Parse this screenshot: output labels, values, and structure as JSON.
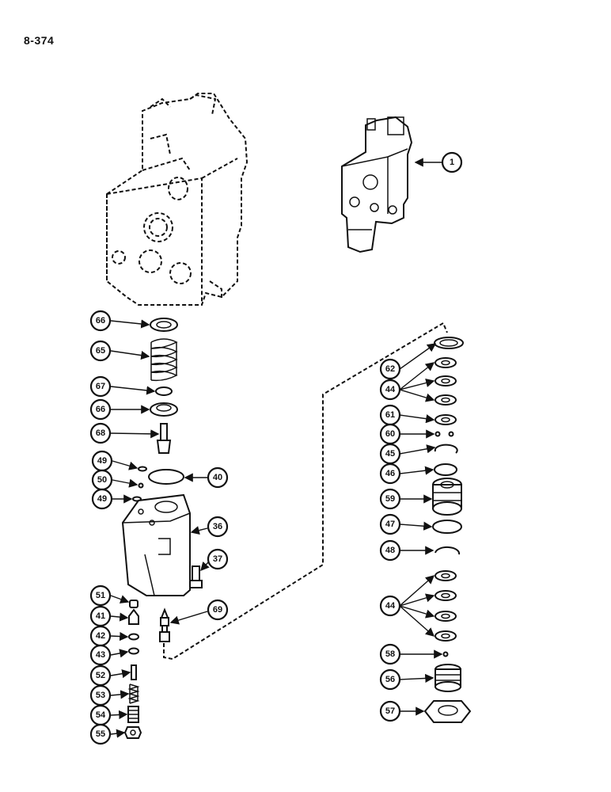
{
  "page_number": "8-374",
  "callouts": [
    "1",
    "66",
    "65",
    "67",
    "66",
    "68",
    "49",
    "50",
    "49",
    "40",
    "36",
    "37",
    "51",
    "41",
    "42",
    "43",
    "52",
    "53",
    "54",
    "55",
    "69",
    "62",
    "44",
    "61",
    "60",
    "45",
    "46",
    "59",
    "47",
    "48",
    "44",
    "58",
    "56",
    "57"
  ]
}
